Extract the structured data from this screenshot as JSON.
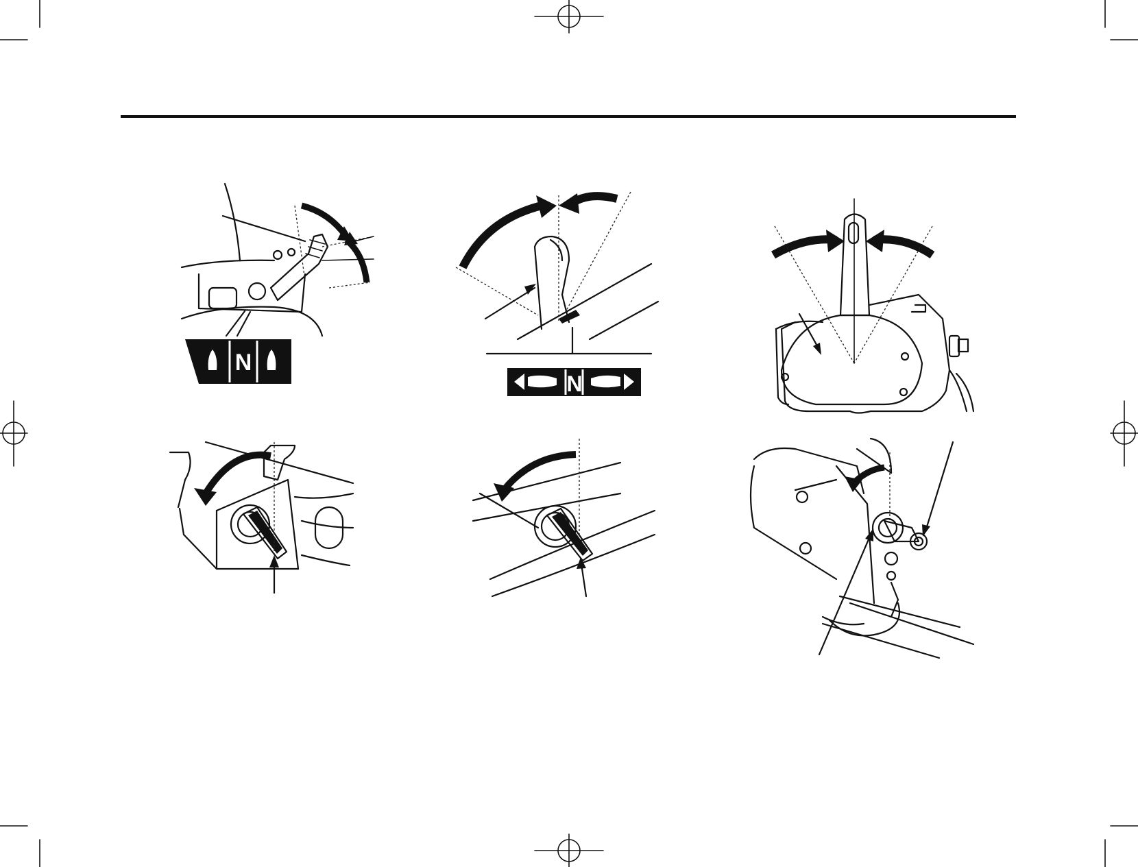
{
  "colors": {
    "ink": "#111111",
    "paper": "#ffffff"
  },
  "figures": [
    {
      "id": "fig-1",
      "subject": "tiller-shift-lever",
      "label_glyph": "N"
    },
    {
      "id": "fig-2",
      "subject": "side-shift-lever",
      "label_glyph": "N"
    },
    {
      "id": "fig-3",
      "subject": "remote-control-lever"
    },
    {
      "id": "fig-4",
      "subject": "main-switch-key"
    },
    {
      "id": "fig-5",
      "subject": "main-switch-key"
    },
    {
      "id": "fig-6",
      "subject": "remote-main-switch-key"
    }
  ]
}
